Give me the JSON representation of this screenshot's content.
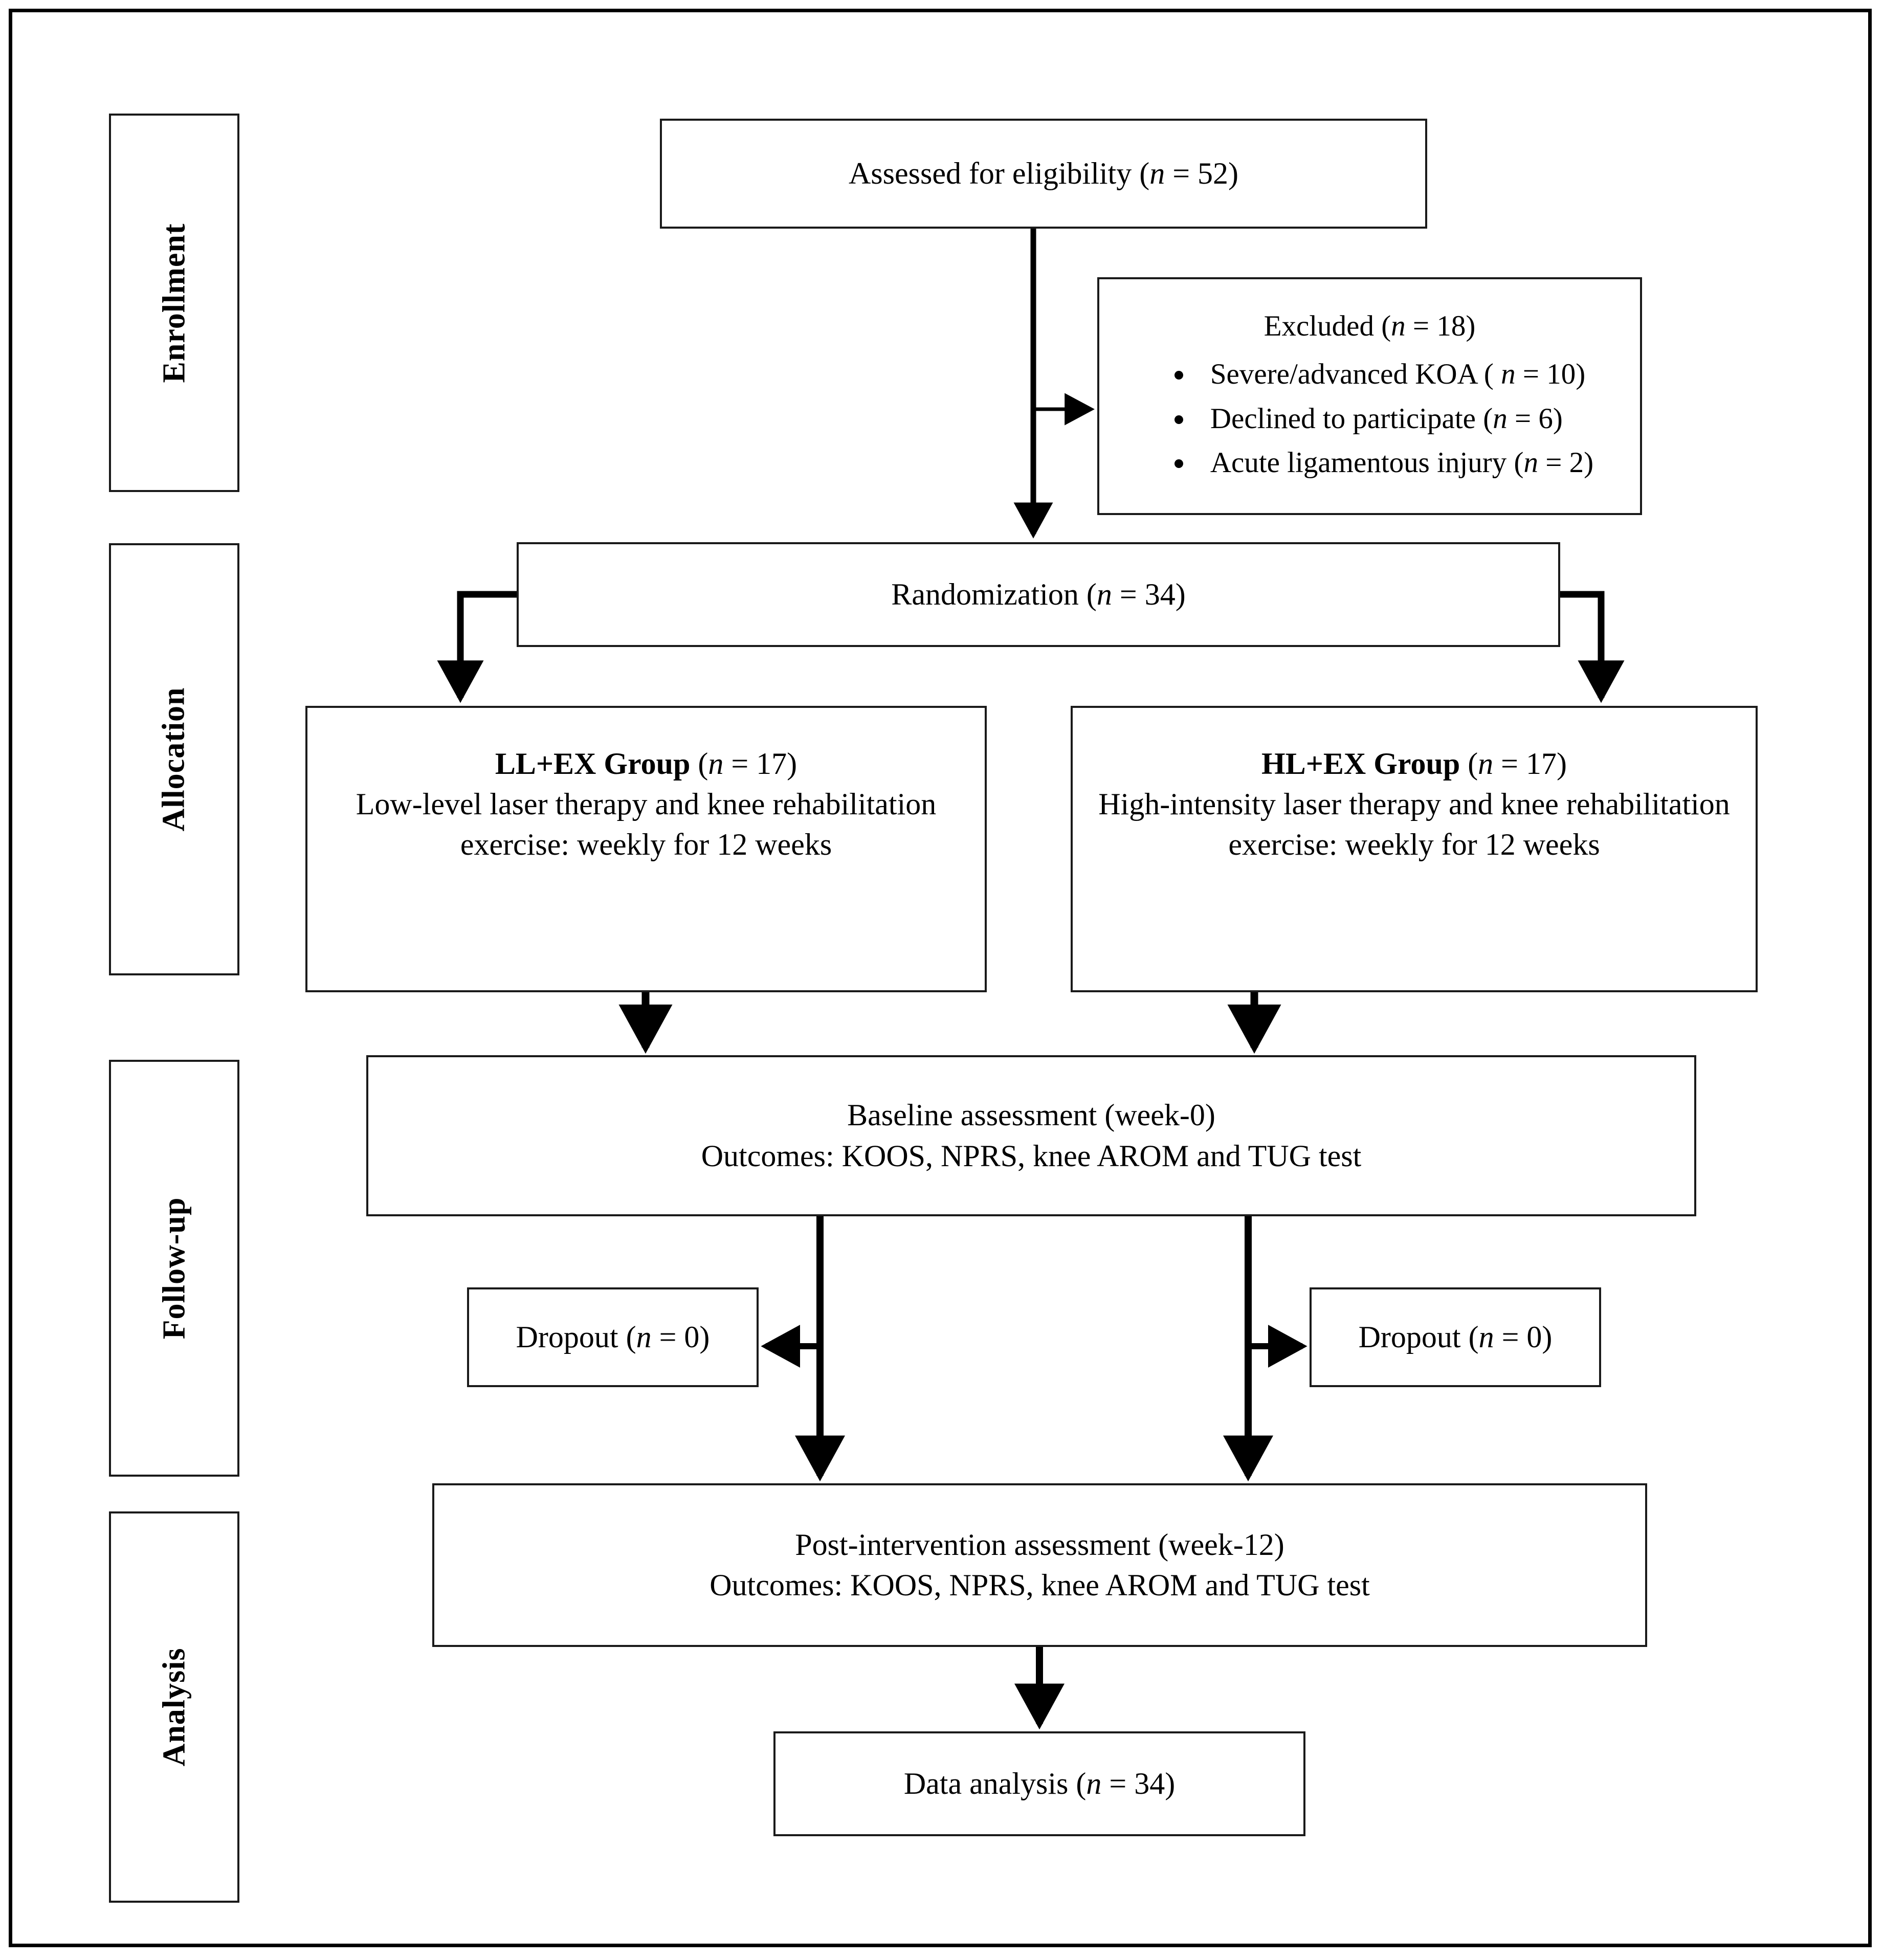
{
  "diagram": {
    "title": "CONSORT participant flow diagram",
    "type": "flowchart",
    "stages": [
      {
        "id": "enrollment",
        "label": "Enrollment"
      },
      {
        "id": "allocation",
        "label": "Allocation"
      },
      {
        "id": "followup",
        "label": "Follow-up"
      },
      {
        "id": "analysis",
        "label": "Analysis"
      }
    ],
    "nodes": {
      "assessed": {
        "name": "assessed-for-eligibility",
        "text": "Assessed for eligibility (n = 52)",
        "n": 52
      },
      "excluded": {
        "name": "excluded",
        "title": "Excluded (n = 18)",
        "n": 18,
        "reasons": [
          {
            "label": "Severe/advanced KOA ( n = 10)",
            "n": 10
          },
          {
            "label": "Declined to participate (n = 6)",
            "n": 6
          },
          {
            "label": "Acute ligamentous injury (n = 2)",
            "n": 2
          }
        ]
      },
      "randomization": {
        "name": "randomization",
        "text": "Randomization (n = 34)",
        "n": 34
      },
      "group_left": {
        "name": "ll-ex-group",
        "heading_bold": "LL+EX Group",
        "heading_rest": " (n = 17)",
        "n": 17,
        "body": "Low-level laser therapy and knee rehabilitation exercise: weekly for 12 weeks"
      },
      "group_right": {
        "name": "hl-ex-group",
        "heading_bold": "HL+EX Group",
        "heading_rest": " (n = 17)",
        "n": 17,
        "body": "High-intensity laser therapy and knee rehabilitation exercise: weekly for 12 weeks"
      },
      "baseline": {
        "name": "baseline-assessment",
        "line1": "Baseline assessment (week-0)",
        "line2": "Outcomes: KOOS, NPRS, knee AROM and TUG test"
      },
      "dropout_left": {
        "name": "dropout-left",
        "text": "Dropout (n = 0)",
        "n": 0
      },
      "dropout_right": {
        "name": "dropout-right",
        "text": "Dropout (n = 0)",
        "n": 0
      },
      "post": {
        "name": "post-intervention-assessment",
        "line1": "Post-intervention assessment (week-12)",
        "line2": "Outcomes: KOOS, NPRS, knee AROM and TUG test"
      },
      "data_analysis": {
        "name": "data-analysis",
        "text": "Data analysis (n = 34)",
        "n": 34
      }
    },
    "colors": {
      "ink": "#000000",
      "box_border": "#1a1a1a",
      "background": "#ffffff"
    }
  }
}
